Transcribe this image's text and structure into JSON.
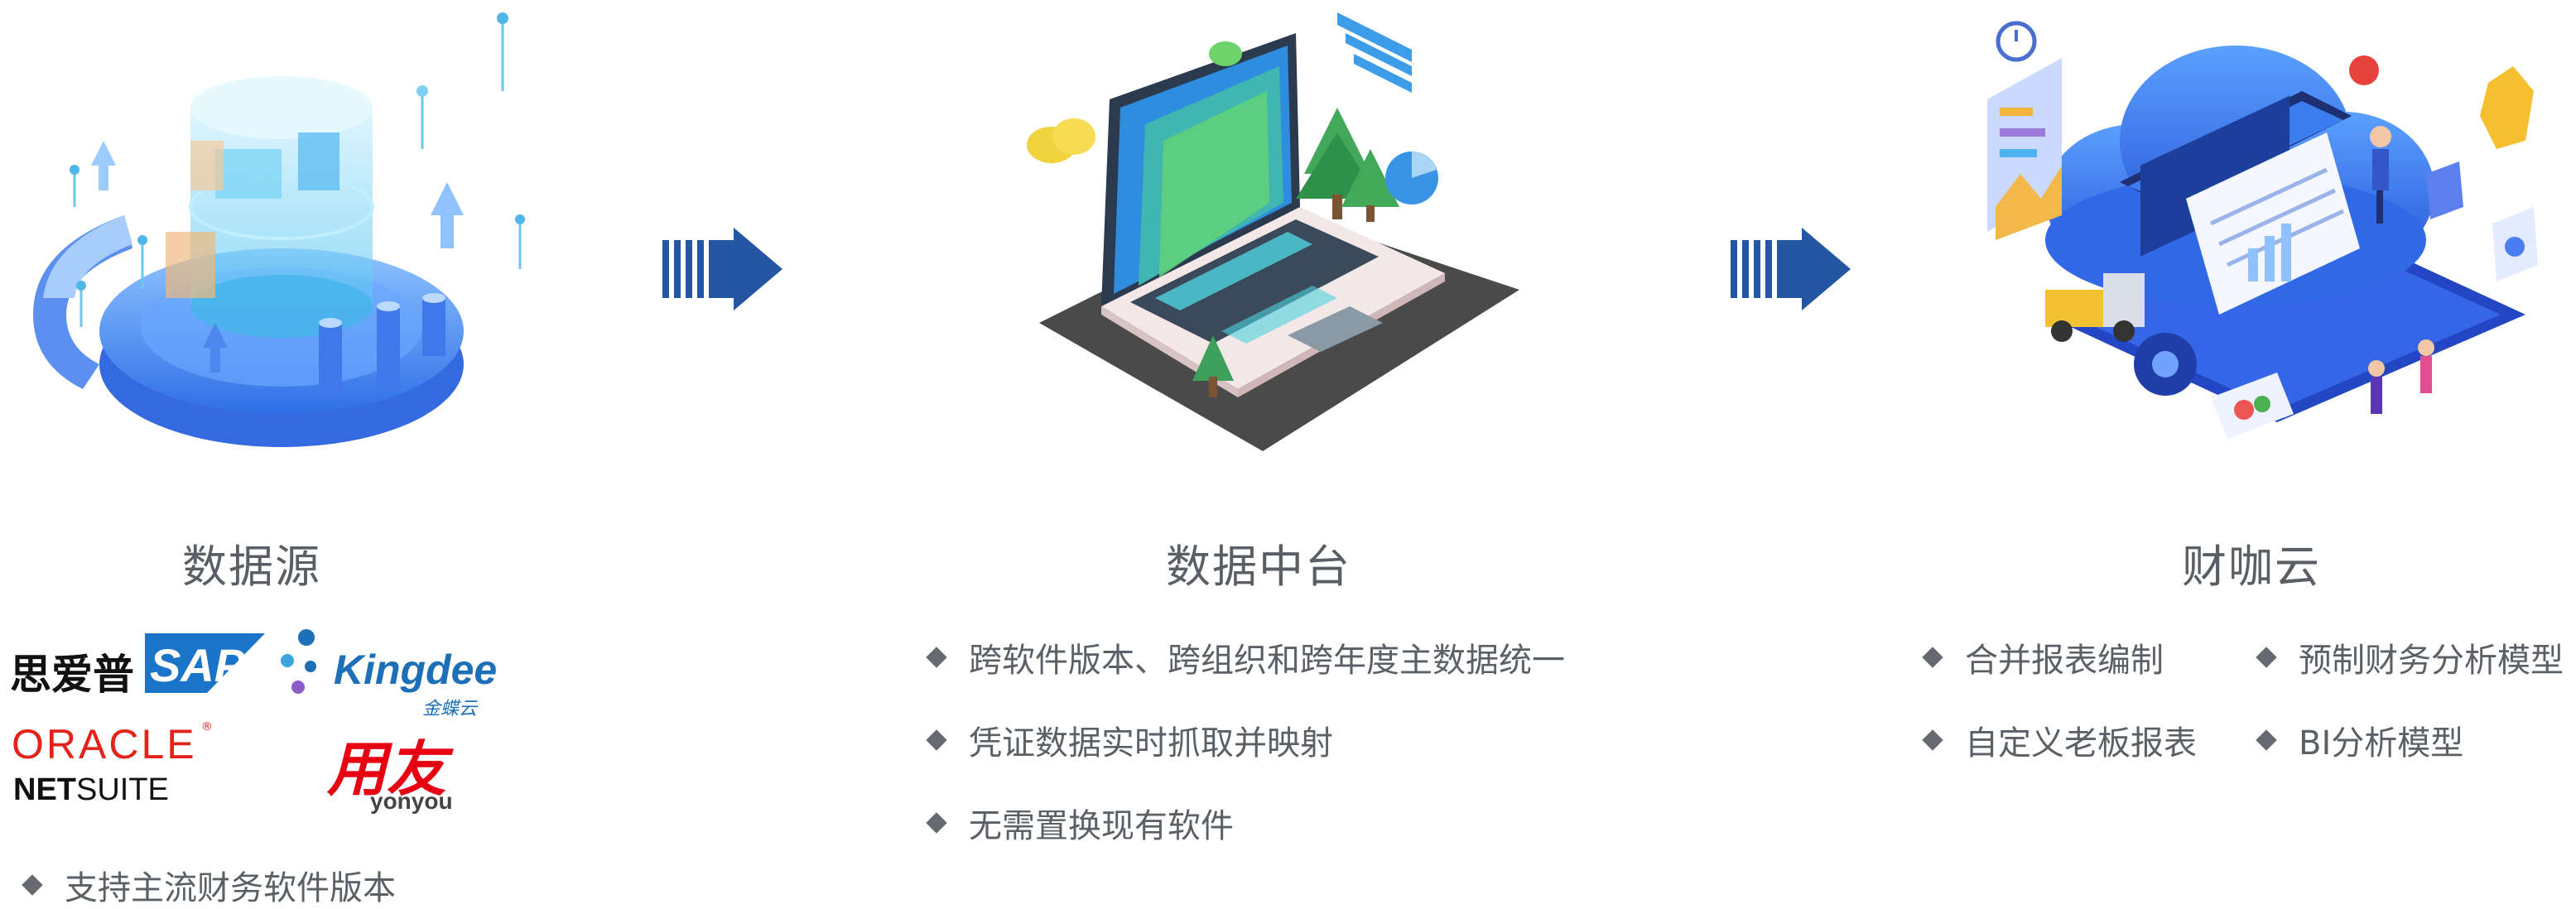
{
  "columns": {
    "source": {
      "title": "数据源",
      "logos": {
        "sap": "SAP",
        "sishipu": "思爱普",
        "kingdee": "Kingdee",
        "kingdee_cn": "金蝶云",
        "oracle": "ORACLE",
        "netsuite_bold": "NET",
        "netsuite_rest": "SUITE",
        "yonyou_cn": "用友",
        "yonyou": "yonyou"
      },
      "bullets": [
        "支持主流财务软件版本"
      ]
    },
    "platform": {
      "title": "数据中台",
      "bullets": [
        "跨软件版本、跨组织和跨年度主数据统一",
        "凭证数据实时抓取并映射",
        "无需置换现有软件"
      ]
    },
    "cloud": {
      "title": "财咖云",
      "bullets_left": [
        "合并报表编制",
        "自定义老板报表"
      ],
      "bullets_right": [
        "预制财务分析模型",
        "BI分析模型"
      ]
    }
  },
  "colors": {
    "arrow": "#2356a3",
    "title": "#5a5f66",
    "bullet_diamond": "#666a70",
    "sap_blue": "#1a74c8",
    "kingdee_blue": "#1d6fb8",
    "oracle_red": "#e2231a",
    "yonyou_red": "#e60012"
  },
  "icons": [
    "database-illustration",
    "laptop-illustration",
    "cloud-finance-illustration",
    "flow-arrow-icon"
  ]
}
